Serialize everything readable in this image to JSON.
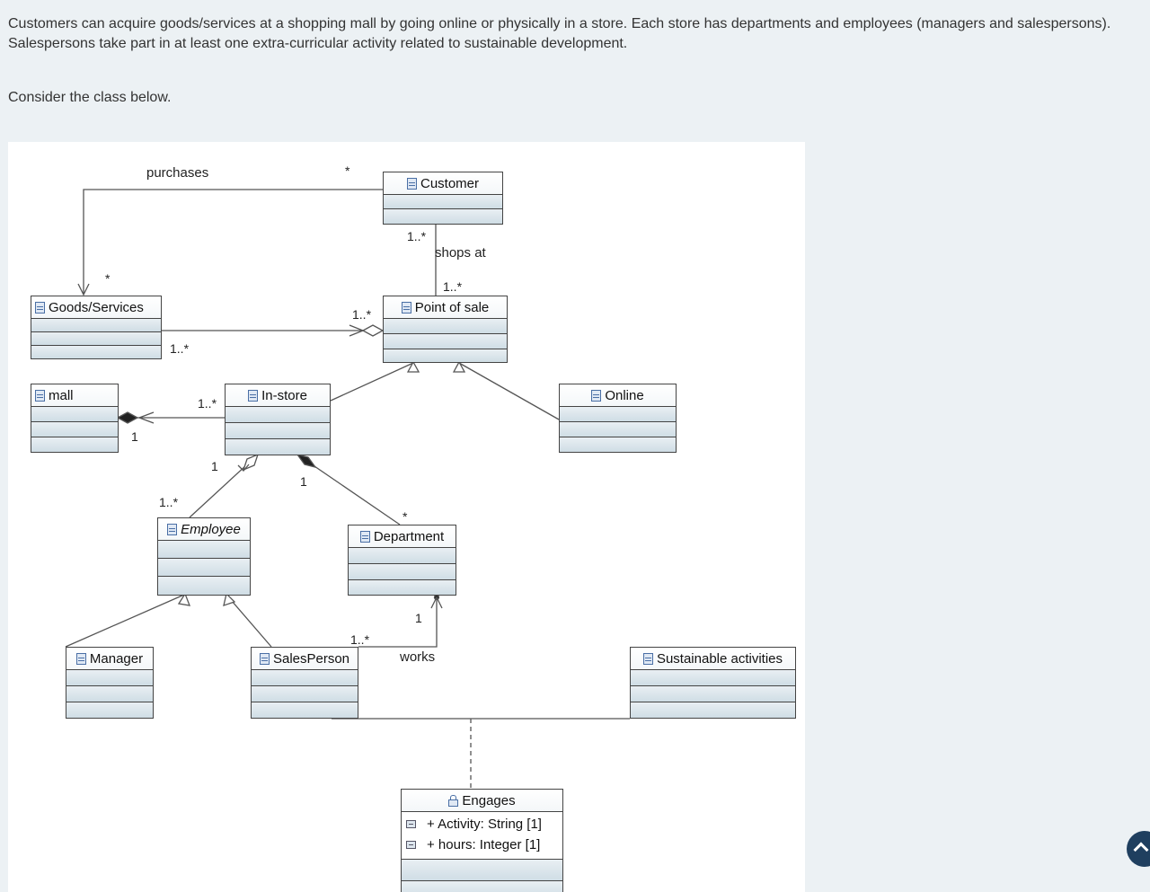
{
  "intro": {
    "line1": "Customers can acquire goods/services at a shopping mall by going online or physically in a store.  Each store has departments and employees (managers and salespersons).",
    "line2": "Salespersons take part in at least one extra-curricular activity related to sustainable development.",
    "consider": "Consider the class below."
  },
  "classes": {
    "customer": "Customer",
    "goods": "Goods/Services",
    "pos": "Point of sale",
    "mall": "mall",
    "instore": "In-store",
    "online": "Online",
    "employee": "Employee",
    "department": "Department",
    "manager": "Manager",
    "salesperson": "SalesPerson",
    "sustainable": "Sustainable activities",
    "engages": "Engages"
  },
  "engages_attributes": [
    "+ Activity: String [1]",
    "+ hours: Integer [1]"
  ],
  "labels": {
    "purchases": "purchases",
    "purchases_star_customer": "*",
    "purchases_star_goods": "*",
    "customer_mult": "1..*",
    "shops_at": "shops at",
    "pos_mult": "1..*",
    "goods_pos_near_pos": "1..*",
    "goods_pos_near_goods": "1..*",
    "mall_instore_many": "1..*",
    "mall_one": "1",
    "instore_emp_one": "1",
    "instore_dept_one": "1",
    "employee_many": "1..*",
    "department_star": "*",
    "dept_one": "1",
    "sales_many": "1..*",
    "works": "works"
  },
  "colors": {
    "background": "#ecf1f4",
    "compartment": "#d7e3ea",
    "scroll_button": "#1f3f5f"
  }
}
